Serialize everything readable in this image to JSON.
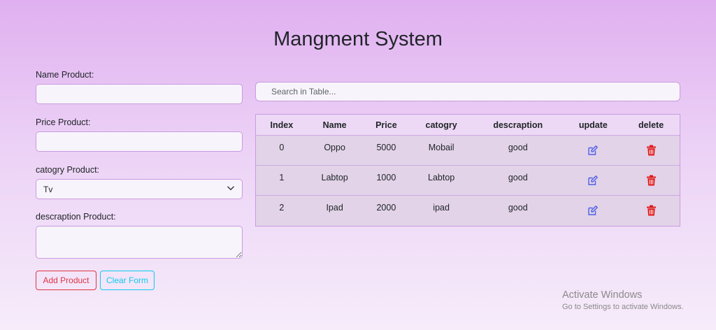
{
  "page": {
    "title": "Mangment System"
  },
  "form": {
    "name_label": "Name Product:",
    "name_value": "",
    "price_label": "Price Product:",
    "price_value": "",
    "category_label": "catogry Product:",
    "category_selected": "Tv",
    "description_label": "descraption Product:",
    "description_value": "",
    "add_button": "Add Product",
    "clear_button": "Clear Form"
  },
  "search": {
    "placeholder": "Search in Table..."
  },
  "table": {
    "headers": [
      "Index",
      "Name",
      "Price",
      "catogry",
      "descraption",
      "update",
      "delete"
    ],
    "rows": [
      {
        "index": "0",
        "name": "Oppo",
        "price": "5000",
        "category": "Mobail",
        "description": "good"
      },
      {
        "index": "1",
        "name": "Labtop",
        "price": "1000",
        "category": "Labtop",
        "description": "good"
      },
      {
        "index": "2",
        "name": "Ipad",
        "price": "2000",
        "category": "ipad",
        "description": "good"
      }
    ]
  },
  "icons": {
    "update": "edit-icon",
    "delete": "trash-icon",
    "select": "chevron-down-icon"
  },
  "colors": {
    "edit": "#4f5fe6",
    "delete": "#e01b1b",
    "add_button": "#dc3545",
    "clear_button": "#0dcaf0"
  },
  "watermark": {
    "title": "Activate Windows",
    "subtitle": "Go to Settings to activate Windows."
  }
}
